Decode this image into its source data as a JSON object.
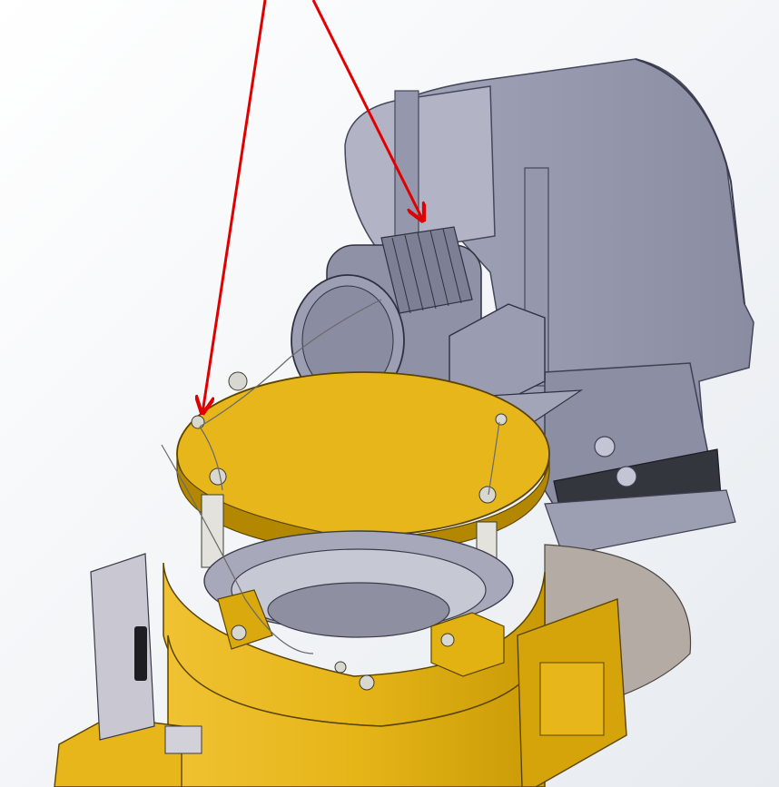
{
  "scene": {
    "subject": "cad-assembly-render",
    "colors": {
      "background": "#eef1f5",
      "blower_grey": "#9a9cb0",
      "blower_dark": "#6e7086",
      "housing_yellow": "#e2b314",
      "housing_shadow": "#b38700",
      "arrow_red": "#e00000"
    },
    "icons": [
      "arrow-to-plate-bolt",
      "arrow-to-motor-terminal"
    ]
  }
}
